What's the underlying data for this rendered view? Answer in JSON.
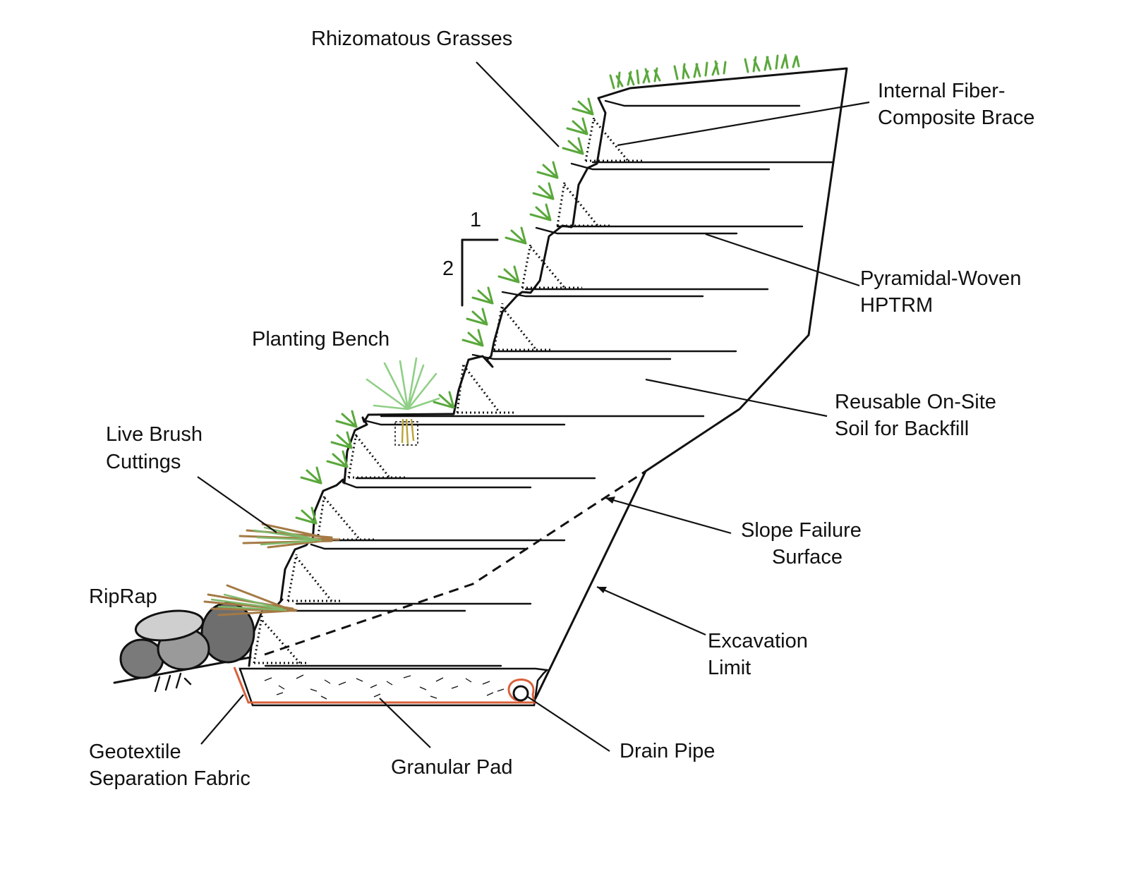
{
  "labels": {
    "rhizomatous_grasses": "Rhizomatous Grasses",
    "internal_brace_1": "Internal Fiber-",
    "internal_brace_2": "Composite Brace",
    "pyramidal_1": "Pyramidal-Woven",
    "pyramidal_2": "HPTRM",
    "reusable_1": "Reusable On-Site",
    "reusable_2": "Soil for Backfill",
    "slope_failure_1": "Slope Failure",
    "slope_failure_2": "Surface",
    "excavation_1": "Excavation",
    "excavation_2": "Limit",
    "drain_pipe": "Drain Pipe",
    "granular_pad": "Granular Pad",
    "geotextile_1": "Geotextile",
    "geotextile_2": "Separation Fabric",
    "riprap": "RipRap",
    "live_brush_1": "Live Brush",
    "live_brush_2": "Cuttings",
    "planting_bench": "Planting Bench",
    "slope_ratio_h": "1",
    "slope_ratio_v": "2"
  },
  "colors": {
    "line": "#111111",
    "grass": "#5aa83c",
    "brush": "#a57a45",
    "geotextile": "#d9603b",
    "rock_dark": "#6e6e6e",
    "rock_light": "#cfcfcf"
  }
}
